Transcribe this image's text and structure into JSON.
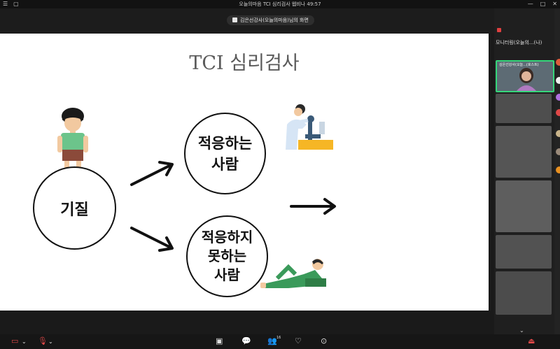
{
  "window": {
    "title": "오늘의마음 TCI 심리검사 웹비나 49:57"
  },
  "share": {
    "label": "김은선강사(오늘의마음)님의 화면"
  },
  "slide": {
    "title": "TCI 심리검사",
    "temperament": "기질",
    "adapt_line1": "적응하는",
    "adapt_line2": "사람",
    "maladapt_line1": "적응하지",
    "maladapt_line2": "못하는",
    "maladapt_line3": "사람"
  },
  "panel": {
    "header": "모니터링(오늘의...(나)",
    "active_tile_label": "김은선강사(오늘...(호스트)"
  },
  "toolbar": {
    "participant_count": "16"
  },
  "colors": {
    "accent_green": "#35d67a",
    "background": "#1a1a1a"
  }
}
